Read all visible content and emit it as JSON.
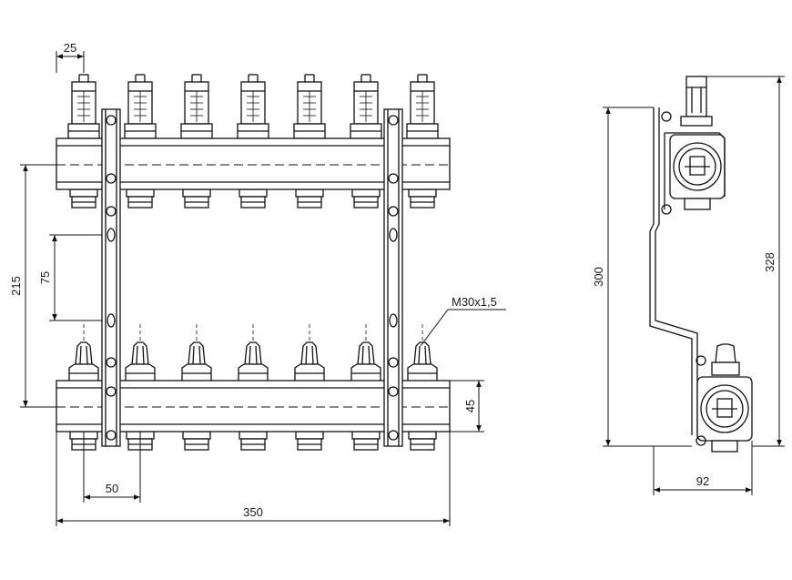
{
  "dimensions": {
    "outlet_width": "25",
    "overall_height": "215",
    "bracket_hole_spacing": "75",
    "thread": "M30x1,5",
    "body_height": "45",
    "outlet_spacing": "50",
    "overall_width": "350",
    "side_height_inner": "300",
    "side_height_outer": "328",
    "side_depth": "92"
  },
  "counts": {
    "outlets_per_manifold": 7
  }
}
